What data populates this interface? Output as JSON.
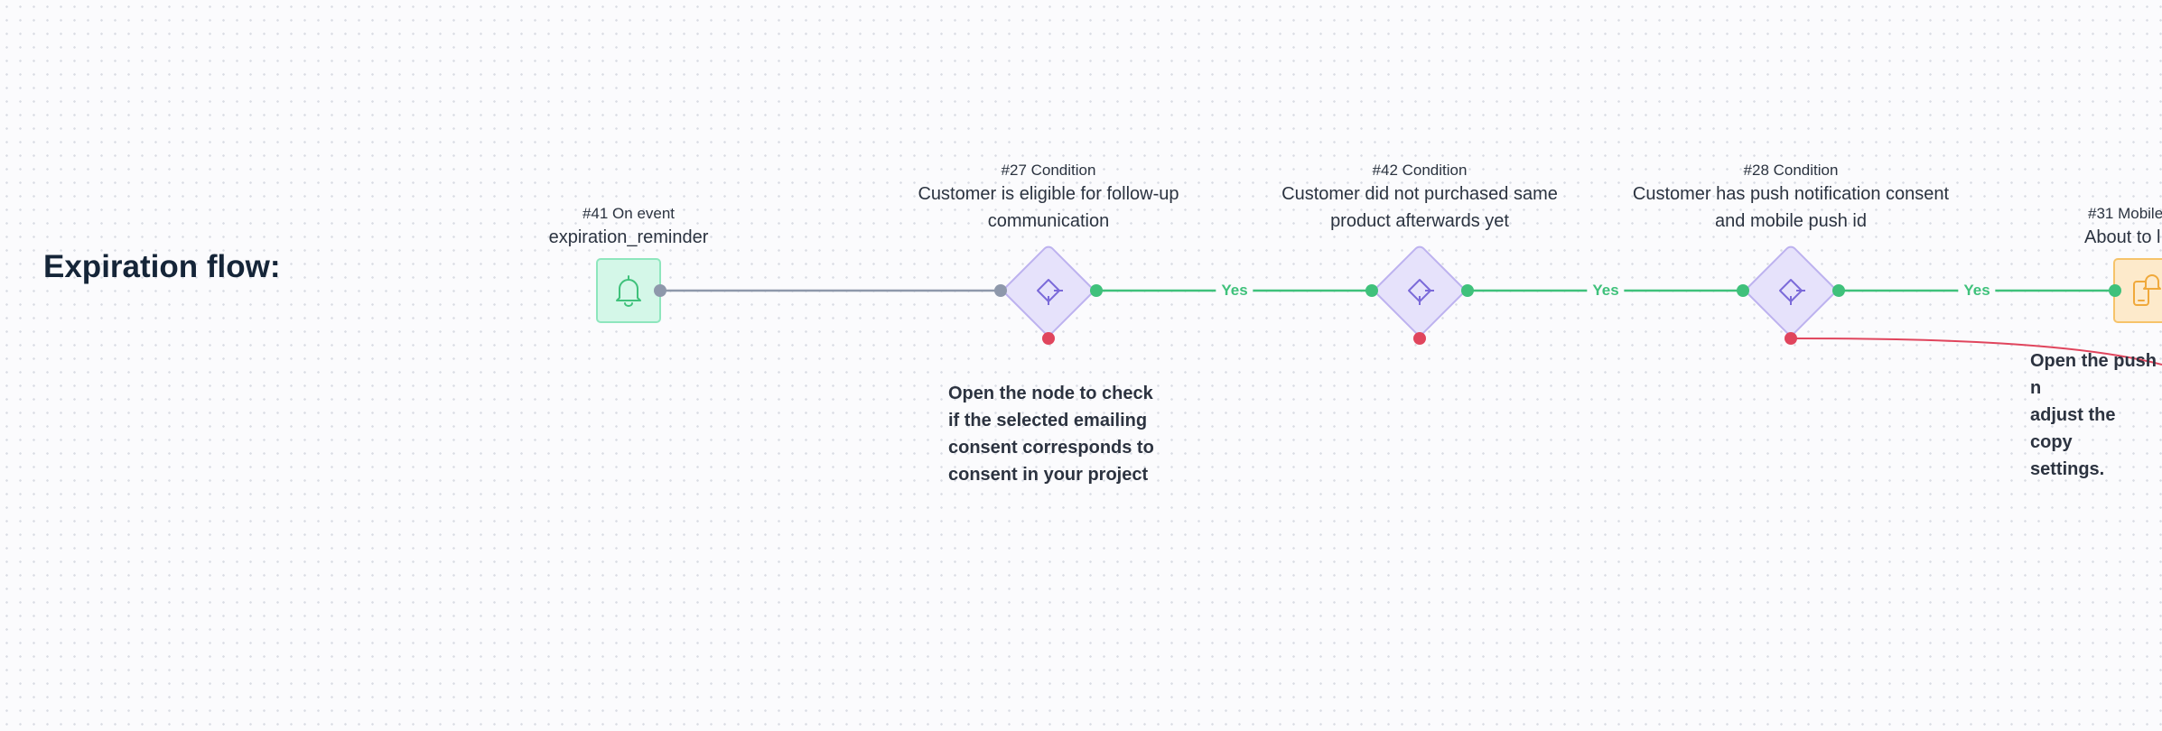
{
  "flow": {
    "title": "Expiration flow:"
  },
  "nodes": {
    "event": {
      "id_label": "#41 On event",
      "name": "expiration_reminder",
      "icon": "bell-icon",
      "color": "#3fc17b"
    },
    "condition27": {
      "id_label": "#27 Condition",
      "name_line1": "Customer is eligible for follow-up",
      "name_line2": "communication",
      "icon": "condition-icon"
    },
    "condition42": {
      "id_label": "#42 Condition",
      "name_line1": "Customer did not purchased same",
      "name_line2": "product afterwards yet",
      "icon": "condition-icon"
    },
    "condition28": {
      "id_label": "#28 Condition",
      "name_line1": "Customer has push notification consent",
      "name_line2": "and mobile push id",
      "icon": "condition-icon"
    },
    "mobile31": {
      "id_label": "#31 Mobile",
      "name": "About to l",
      "icon": "mobile-push-icon",
      "color": "#f0a93b"
    }
  },
  "edges": {
    "yes_label": "Yes",
    "yes_color": "#3fc17b",
    "no_color": "#e0455d",
    "default_color": "#8e98ab"
  },
  "notes": {
    "consent_note": "Open the node to check\nif the selected emailing\nconsent corresponds to\nconsent in your project",
    "push_note": "Open the push n\nadjust the copy\nsettings."
  },
  "colors": {
    "condition_fill": "#e6e2fb",
    "condition_stroke": "#bdb2ef",
    "condition_icon": "#7b6ad9"
  }
}
